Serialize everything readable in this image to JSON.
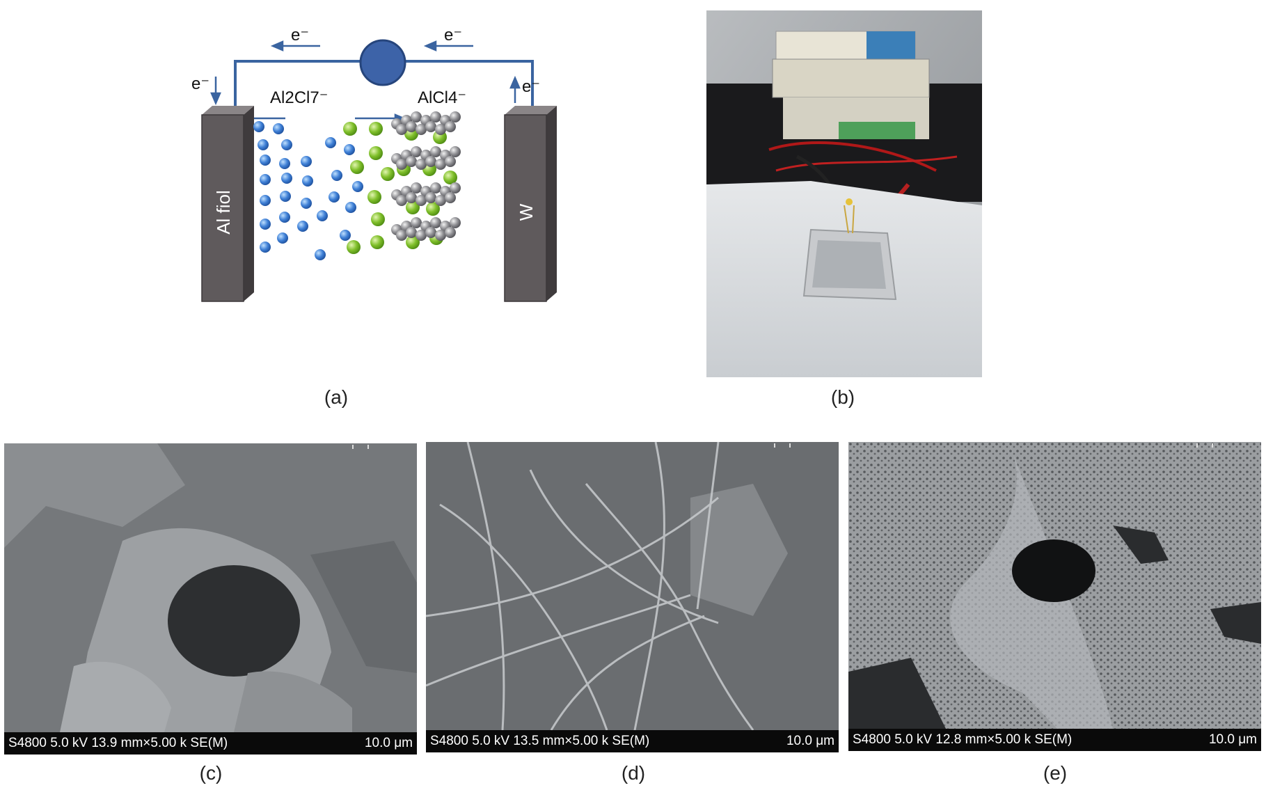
{
  "diagram_a": {
    "left_electrode": "Al fiol",
    "right_electrode": "W",
    "electron": "e⁻",
    "left_ion": "Al2Cl7⁻",
    "right_ion": "AlCl4⁻",
    "colors": {
      "electrode": "#5f5a5c",
      "wire": "#3a64a0",
      "load": "#3d63a8",
      "ion_blue": "#3f80d6",
      "ion_green": "#7fbf2a",
      "graphite": "#8f8f93"
    }
  },
  "captions": {
    "a": "(a)",
    "b": "(b)",
    "c": "(c)",
    "d": "(d)",
    "e": "(e)"
  },
  "sem": [
    {
      "meta": "S4800 5.0 kV 13.9 mm×5.00 k SE(M)",
      "scale": "10.0 μm"
    },
    {
      "meta": "S4800 5.0 kV 13.5 mm×5.00 k SE(M)",
      "scale": "10.0 μm"
    },
    {
      "meta": "S4800 5.0 kV 12.8 mm×5.00 k SE(M)",
      "scale": "10.0 μm"
    }
  ]
}
